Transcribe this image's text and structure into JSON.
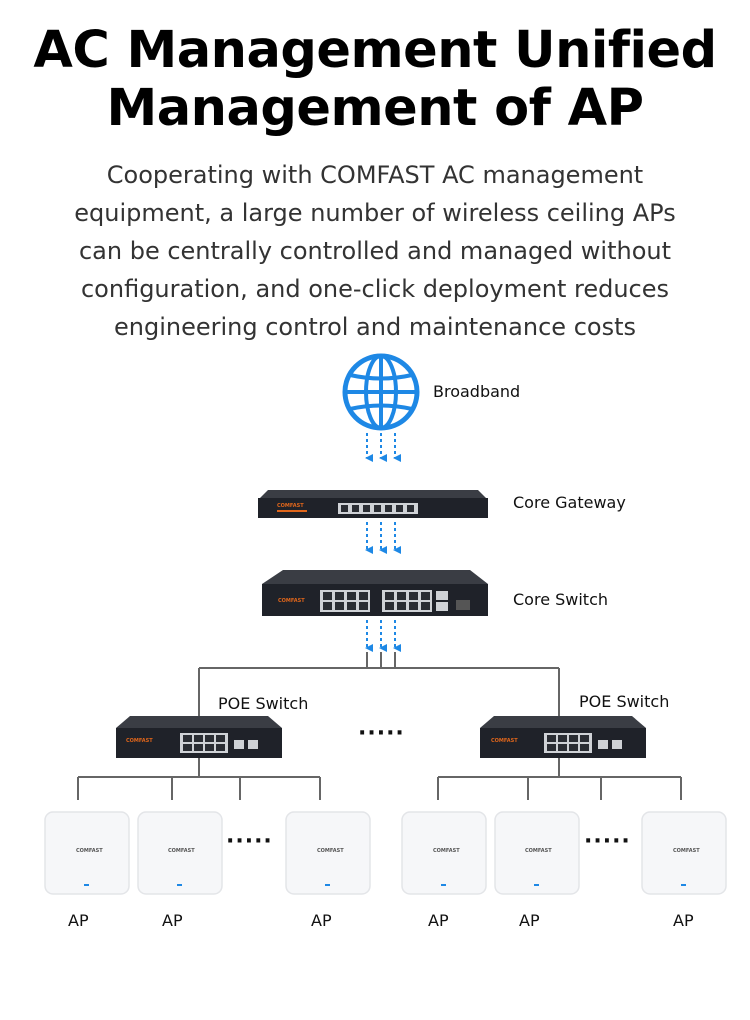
{
  "header": {
    "title_line1": "AC Management Unified",
    "title_line2": "Management of AP",
    "description_lines": [
      "Cooperating with COMFAST AC management",
      "equipment, a large number of wireless ceiling APs",
      "can be centrally controlled and managed without",
      "configuration, and one-click deployment reduces",
      "engineering control and maintenance costs"
    ]
  },
  "diagram": {
    "broadband_label": "Broadband",
    "core_gateway_label": "Core Gateway",
    "core_switch_label": "Core Switch",
    "poe_switch_left_label": "POE Switch",
    "poe_switch_right_label": "POE Switch",
    "ellipsis": "·····",
    "device_brand": "COMFAST",
    "ap_labels": [
      "AP",
      "AP",
      "AP",
      "AP",
      "AP",
      "AP"
    ]
  },
  "colors": {
    "arrow_blue": "#1e88e5",
    "globe_blue": "#1e88e5",
    "device_dark": "#1f2229",
    "line_gray": "#666666",
    "brand_orange": "#e0661b"
  }
}
